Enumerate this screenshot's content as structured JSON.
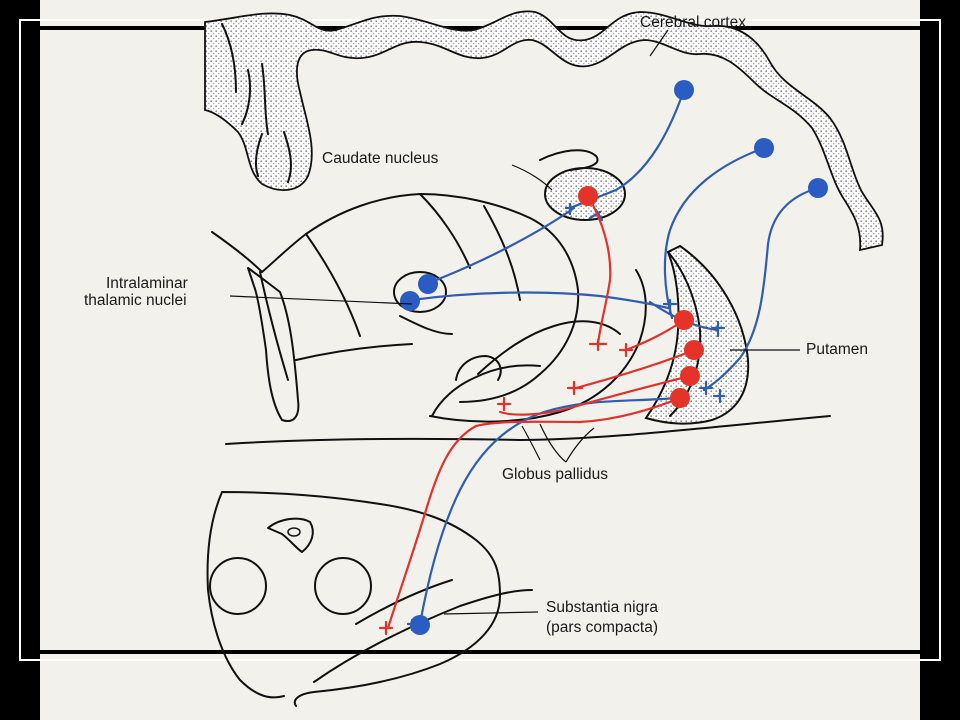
{
  "labels": {
    "cerebral_cortex": "Cerebral cortex",
    "caudate_nucleus": "Caudate nucleus",
    "intralaminar_line1": "Intralaminar",
    "intralaminar_line2": "thalamic nuclei",
    "putamen": "Putamen",
    "globus_pallidus": "Globus pallidus",
    "substantia_nigra_line1": "Substantia nigra",
    "substantia_nigra_line2": "(pars compacta)"
  },
  "colors": {
    "frame": "#000000",
    "paper": "#f3f1ec",
    "cortex_fill": "#d9d9d9",
    "blue_pathway": "#2f5db3",
    "red_pathway": "#e2322b"
  }
}
